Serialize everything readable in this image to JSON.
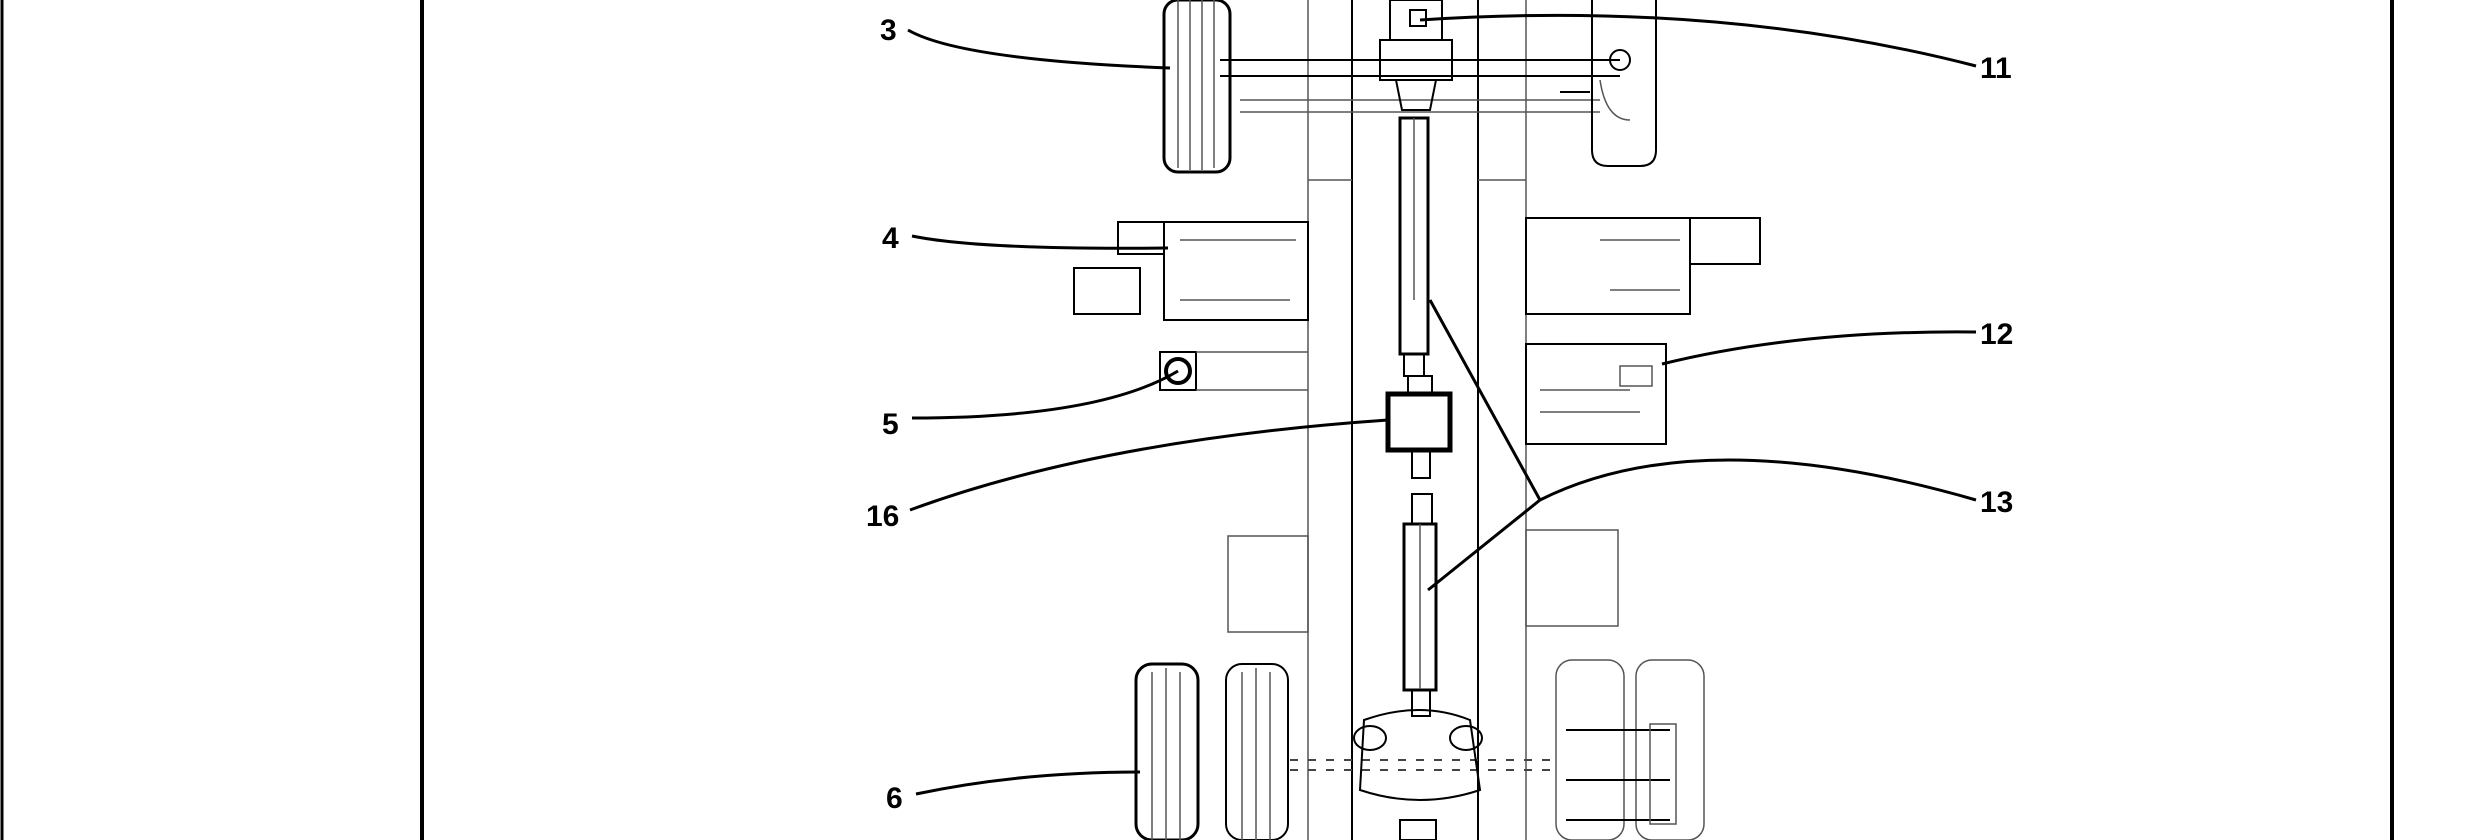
{
  "diagram": {
    "callouts": [
      {
        "id": "3",
        "label": "3"
      },
      {
        "id": "4",
        "label": "4"
      },
      {
        "id": "5",
        "label": "5"
      },
      {
        "id": "16",
        "label": "16"
      },
      {
        "id": "6",
        "label": "6"
      },
      {
        "id": "11",
        "label": "11"
      },
      {
        "id": "12",
        "label": "12"
      },
      {
        "id": "13",
        "label": "13"
      }
    ]
  }
}
